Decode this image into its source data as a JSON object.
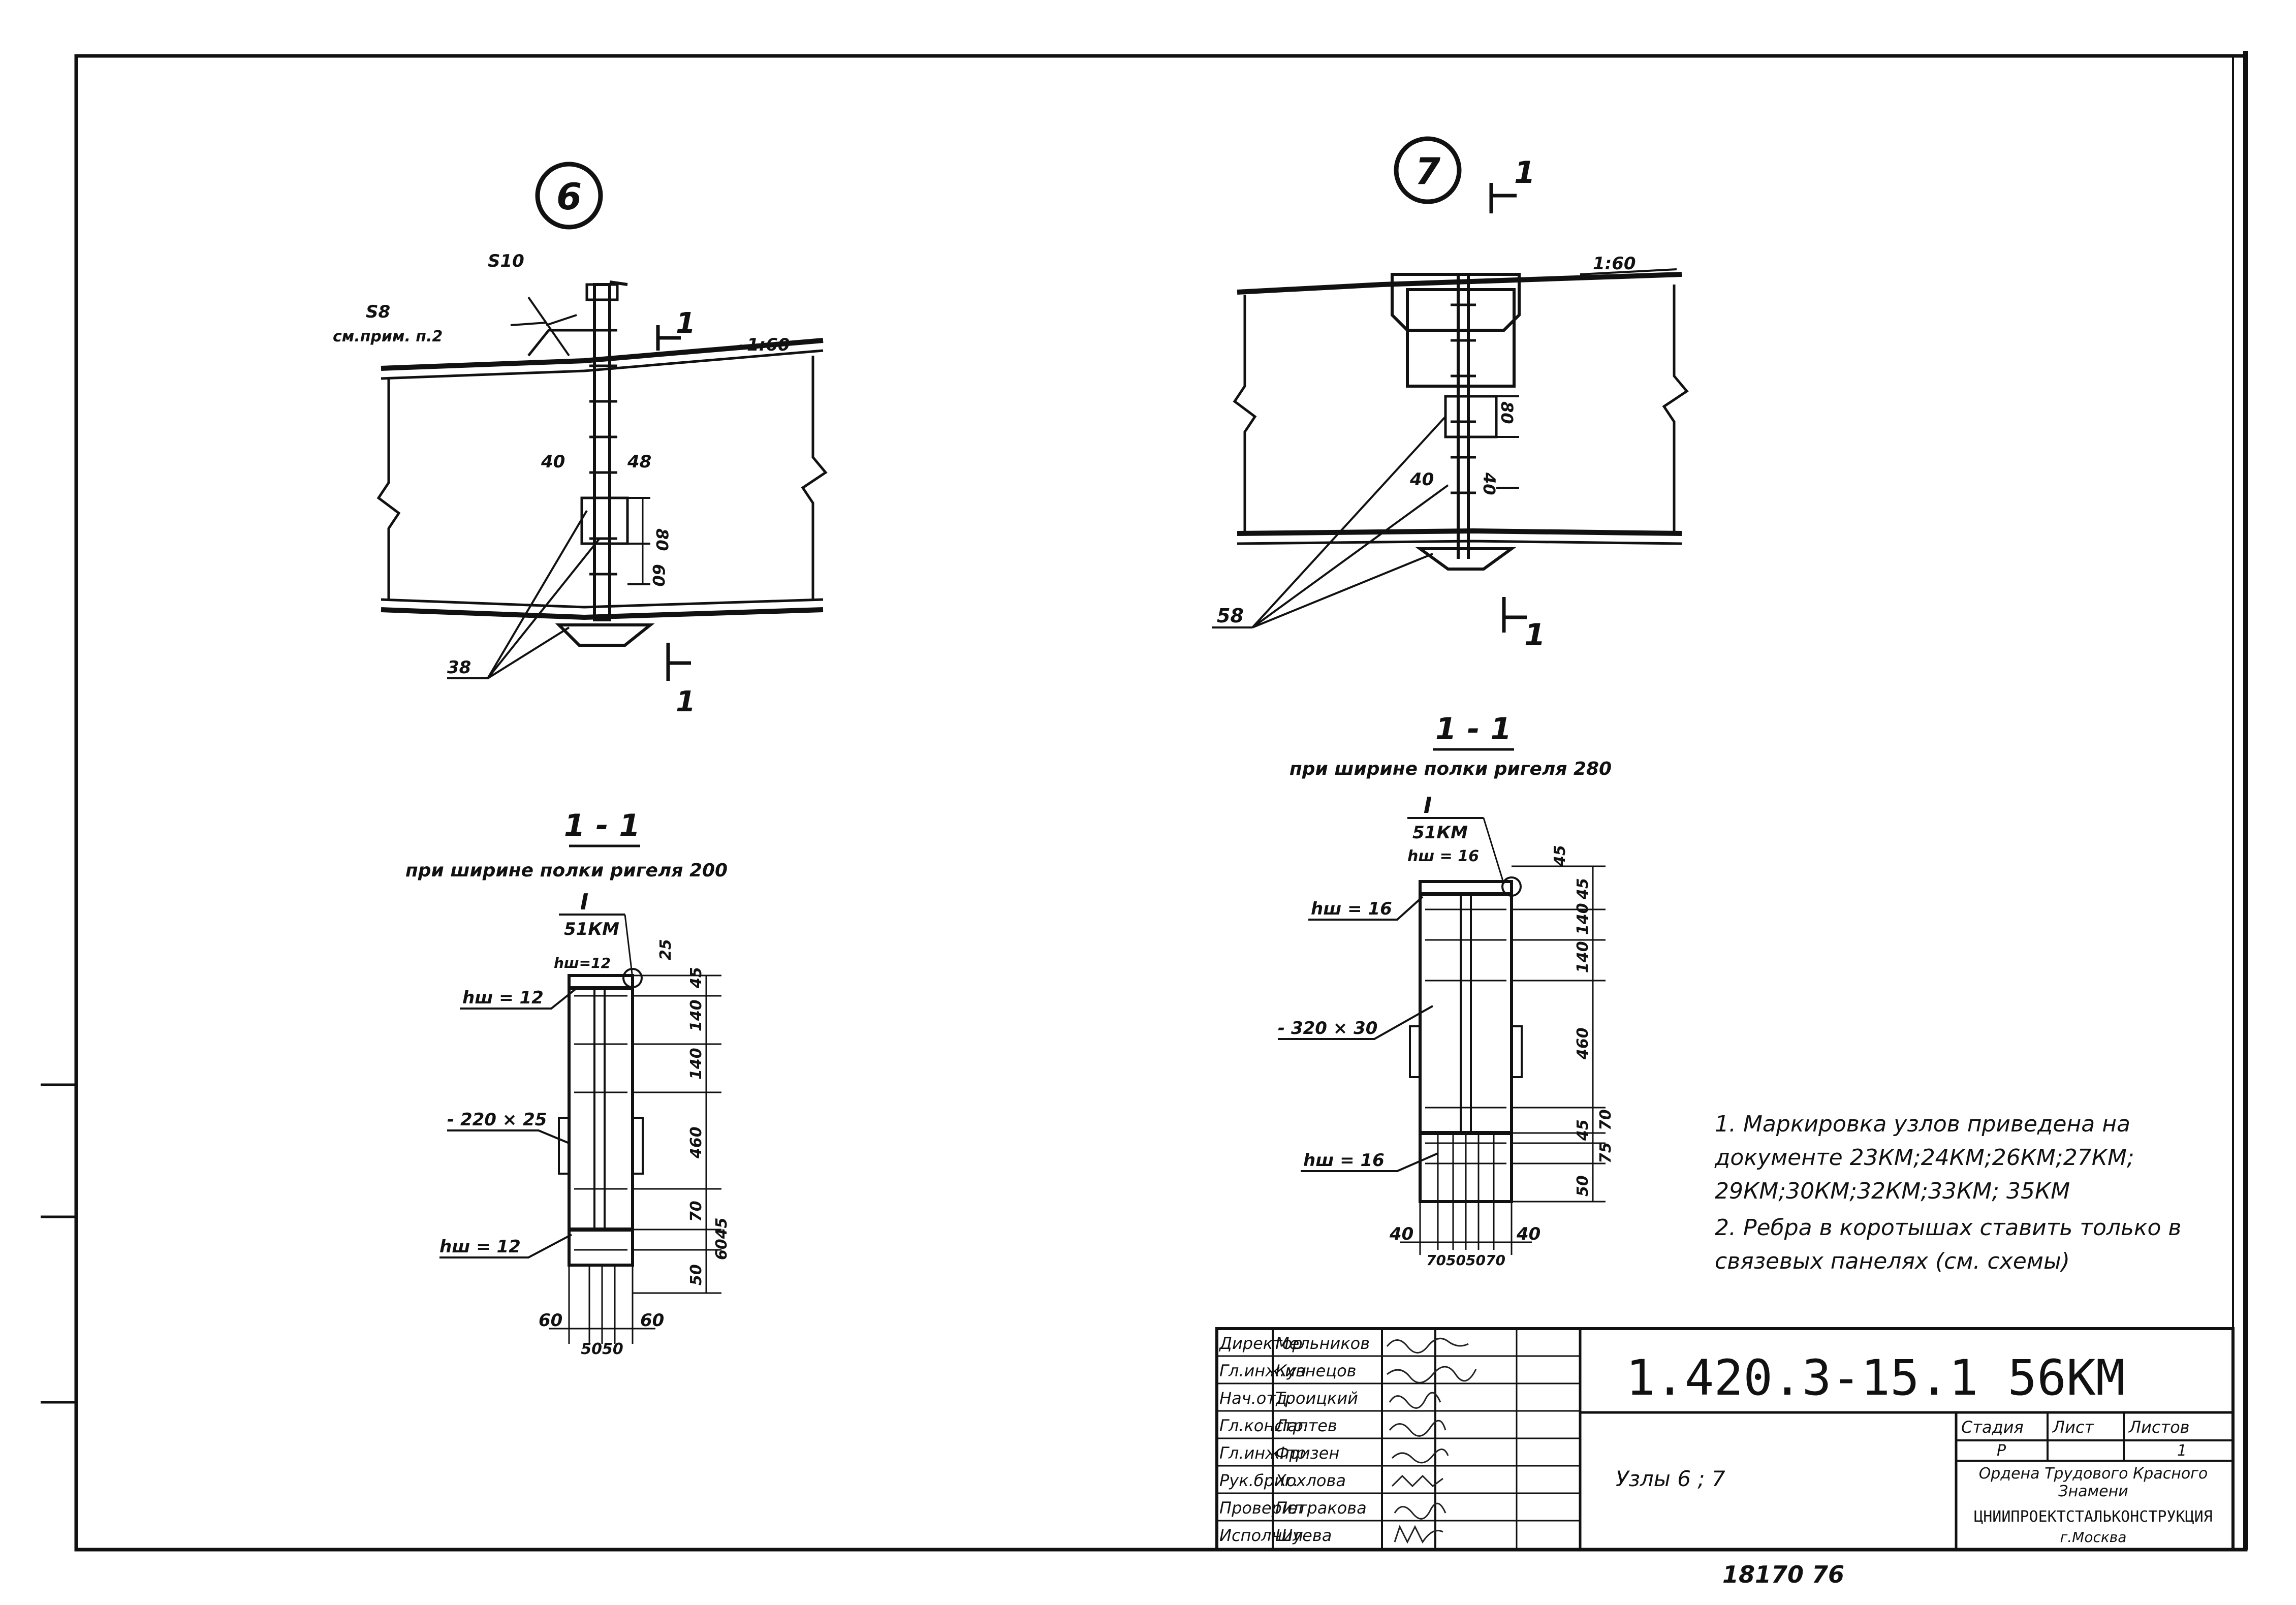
{
  "node6": {
    "number": "6",
    "weld_s8": "S8",
    "weld_s10": "S10",
    "note_ref": "см.прим. п.2",
    "section_mark": "1",
    "slope": "1:60",
    "dim_40": "40",
    "dim_48": "48",
    "dim_80": "80",
    "dim_60": "60",
    "weld_38": "38"
  },
  "node7": {
    "number": "7",
    "section_mark": "1",
    "slope": "1:60",
    "dim_40": "40",
    "dim_40b": "40",
    "dim_80": "80",
    "weld_s8": "58"
  },
  "section_left": {
    "title": "1 - 1",
    "subtitle": "при ширине полки ригеля 200",
    "ref_num": "I",
    "ref_doc": "51КМ",
    "hw_top": "hш=12",
    "hw_label": "hш = 12",
    "hw_bottom": "hш = 12",
    "plate": "- 220 × 25",
    "dims_right": [
      "25",
      "45",
      "140",
      "140",
      "460",
      "70",
      "6045",
      "50"
    ],
    "dim_left": "60",
    "dim_right": "60",
    "dims_bottom": "5050"
  },
  "section_right": {
    "title": "1 - 1",
    "subtitle": "при ширине полки ригеля 280",
    "ref_num": "I",
    "ref_doc": "51КМ",
    "hw_top": "hш = 16",
    "hw_label": "hш = 16",
    "hw_bottom": "hш = 16",
    "plate": "- 320 × 30",
    "dims_right": [
      "45",
      "45",
      "140",
      "140",
      "460",
      "70",
      "45",
      "75",
      "50"
    ],
    "dim_left": "40",
    "dim_right": "40",
    "dims_bottom": "70505070"
  },
  "notes": [
    "1. Маркировка узлов приведена на документе 23КМ;24КМ;26КМ;27КМ; 29КМ;30КМ;32КМ;33КМ; 35КМ",
    "2. Ребра в коротышах ставить только в связевых панелях (см. схемы)"
  ],
  "title_block": {
    "doc_code": "1.420.3-15.1  56КМ",
    "sheet_title": "Узлы 6 ; 7",
    "roles": [
      "Директор",
      "Гл.инж.ин",
      "Нач.отд.",
      "Гл.констр.",
      "Гл.инж.пр",
      "Рук.бриг.",
      "Проверил",
      "Исполнил"
    ],
    "names": [
      "Мельников",
      "Кузнецов",
      "Троицкий",
      "Лаптев",
      "Фризен",
      "Хохлова",
      "Петракова",
      "Шуева"
    ],
    "stage_h": "Стадия",
    "sheet_h": "Лист",
    "sheets_h": "Листов",
    "stage_v": "Р",
    "sheets_v": "1",
    "org_line1": "Ордена Трудового Красного",
    "org_line2": "Знамени",
    "org_line3": "ЦНИИПРОЕКТСТАЛЬКОНСТРУКЦИЯ",
    "org_line4": "г.Москва",
    "archive": "18170  76"
  }
}
